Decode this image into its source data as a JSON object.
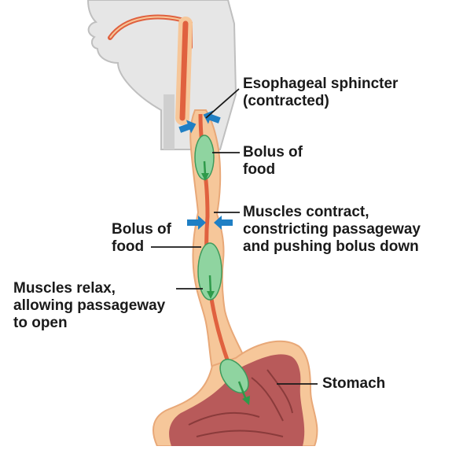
{
  "labels": {
    "sphincter": {
      "line1": "Esophageal sphincter",
      "line2": "(contracted)"
    },
    "bolus_upper": {
      "line1": "Bolus of",
      "line2": "food"
    },
    "bolus_lower": {
      "line1": "Bolus of",
      "line2": "food"
    },
    "muscles_contract": {
      "line1": "Muscles contract,",
      "line2": "constricting passageway",
      "line3": "and pushing bolus down"
    },
    "muscles_relax": {
      "line1": "Muscles relax,",
      "line2": "allowing passageway",
      "line3": "to open"
    },
    "stomach": {
      "line1": "Stomach"
    }
  },
  "colors": {
    "head_skin": "#e6e6e6",
    "head_outline": "#bfbfbf",
    "esophagus_outer": "#f6c79a",
    "esophagus_lumen": "#e0613f",
    "bolus": "#8fd4a0",
    "bolus_outline": "#3f9a5c",
    "flow_arrow": "#2e9a4a",
    "squeeze_arrow": "#1f7fc4",
    "stomach_wall": "#b85a5a",
    "leader_line": "#1a1a1a"
  }
}
